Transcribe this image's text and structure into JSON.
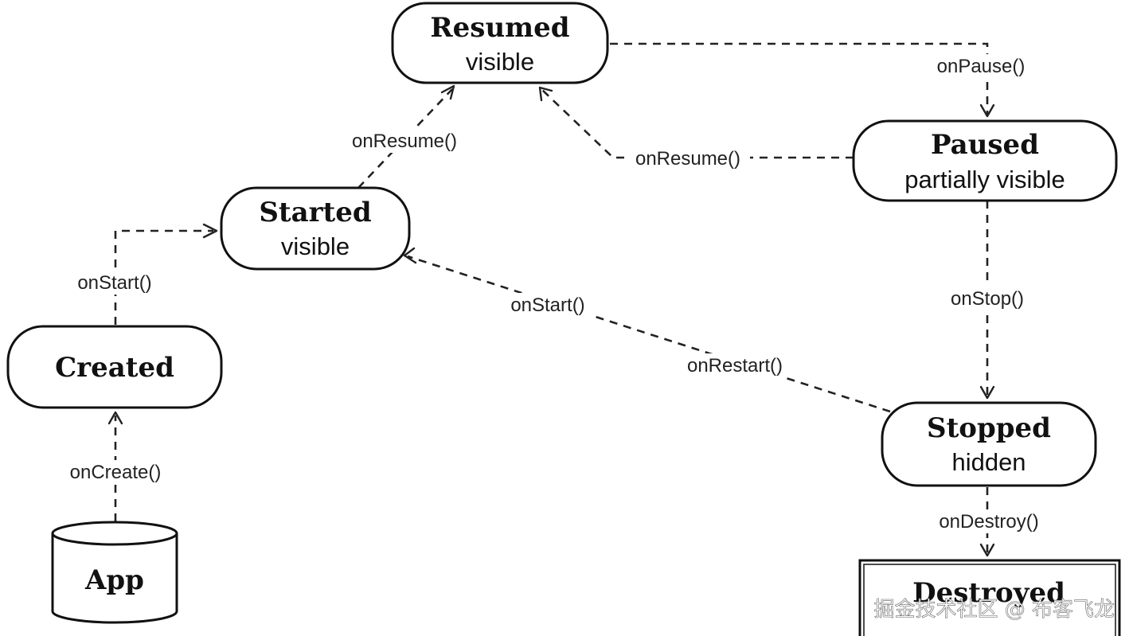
{
  "states": {
    "resumed": {
      "title": "Resumed",
      "subtitle": "visible"
    },
    "paused": {
      "title": "Paused",
      "subtitle": "partially visible"
    },
    "started": {
      "title": "Started",
      "subtitle": "visible"
    },
    "created": {
      "title": "Created"
    },
    "stopped": {
      "title": "Stopped",
      "subtitle": "hidden"
    },
    "app": {
      "title": "App"
    },
    "destroyed": {
      "title": "Destroyed"
    }
  },
  "transitions": {
    "on_create": "onCreate()",
    "on_start_created": "onStart()",
    "on_resume_started": "onResume()",
    "on_pause": "onPause()",
    "on_resume_paused": "onResume()",
    "on_stop": "onStop()",
    "on_start_restart": "onStart()",
    "on_restart": "onRestart()",
    "on_destroy": "onDestroy()"
  },
  "watermark": "掘金技术社区 @ 布客飞龙"
}
